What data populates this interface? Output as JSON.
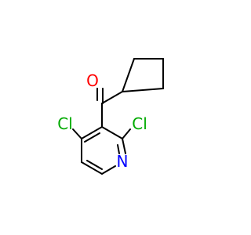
{
  "molecule": {
    "atoms": {
      "oxygen": {
        "label": "O",
        "color": "#ff0000"
      },
      "chlorine_left": {
        "label": "Cl",
        "color": "#00aa00"
      },
      "chlorine_right": {
        "label": "Cl",
        "color": "#00aa00"
      },
      "nitrogen": {
        "label": "N",
        "color": "#0000ff"
      }
    },
    "bond_color": "#000000"
  }
}
